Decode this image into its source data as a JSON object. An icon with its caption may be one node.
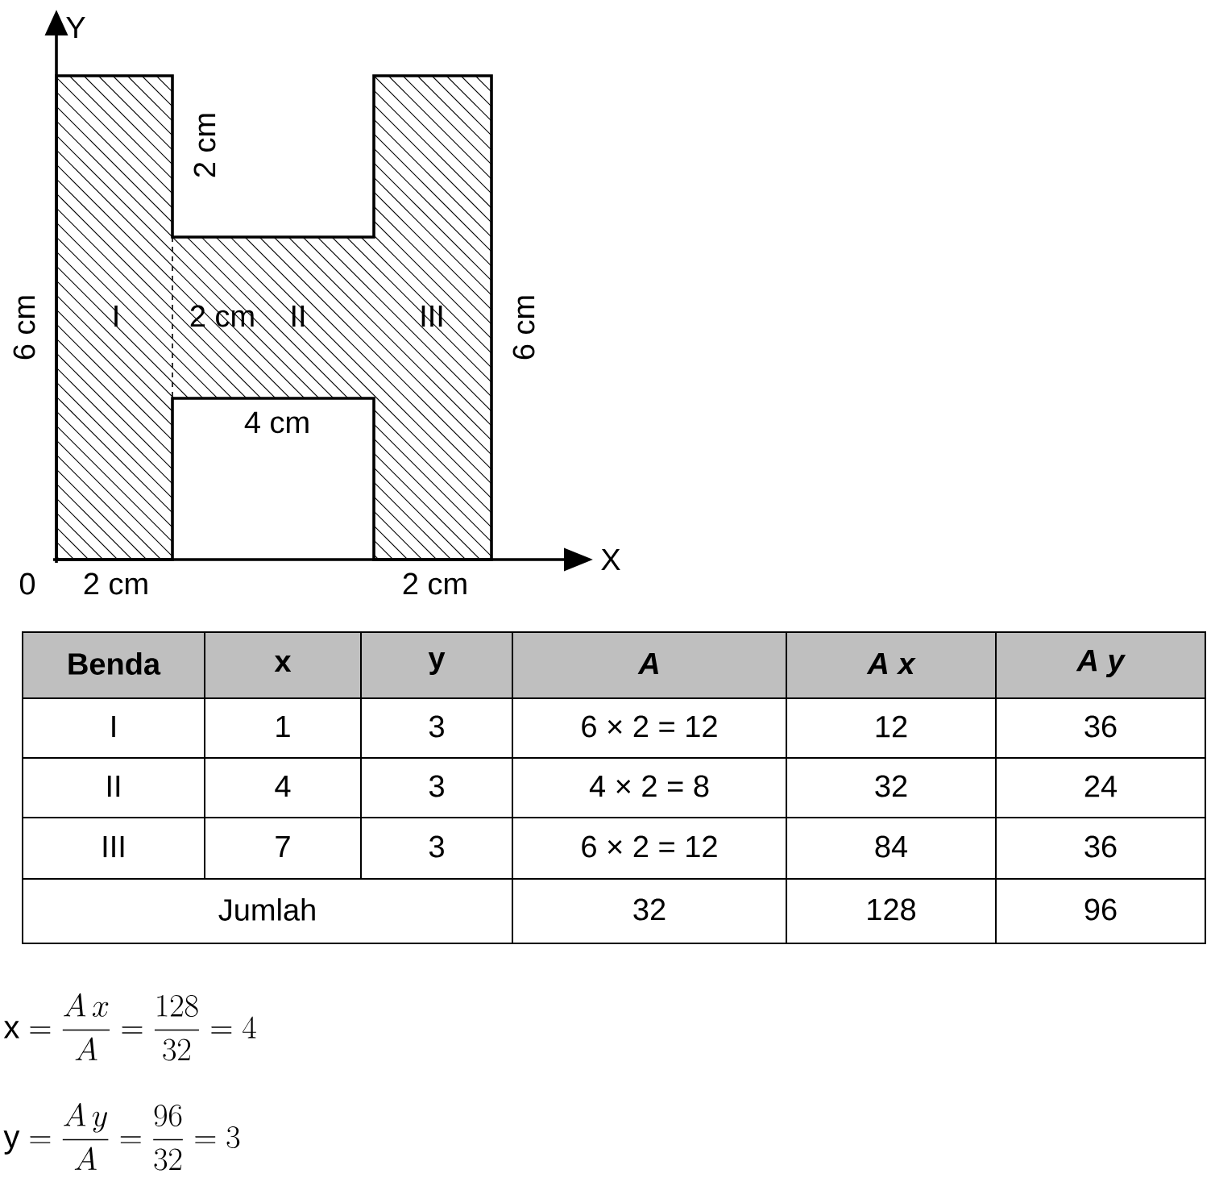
{
  "diagram": {
    "labels": [
      "Y",
      "2 cm",
      "6 cm",
      "I",
      "2 cm",
      "II",
      "III",
      "6 cm",
      "4 cm",
      "X",
      "0",
      "2 cm",
      "2 cm",
      "Benda",
      "x",
      "y",
      "A",
      "A x",
      "A y",
      "I",
      "1",
      "3",
      "6 × 2 = 12",
      "12",
      "36",
      "II",
      "4",
      "3",
      "4 × 2 = 8",
      "32",
      "24",
      "III",
      "7",
      "3",
      "6 × 2 = 12",
      "84",
      "36",
      "Jumlah",
      "32",
      "128",
      "96",
      "\\mathrm{x} = \\frac{A\\,x}{A} = \\frac{128}{32} = 4",
      "\\mathrm{y} = \\frac{A\\,y}{A} = \\frac{96}{32} = 3"
    ]
  }
}
